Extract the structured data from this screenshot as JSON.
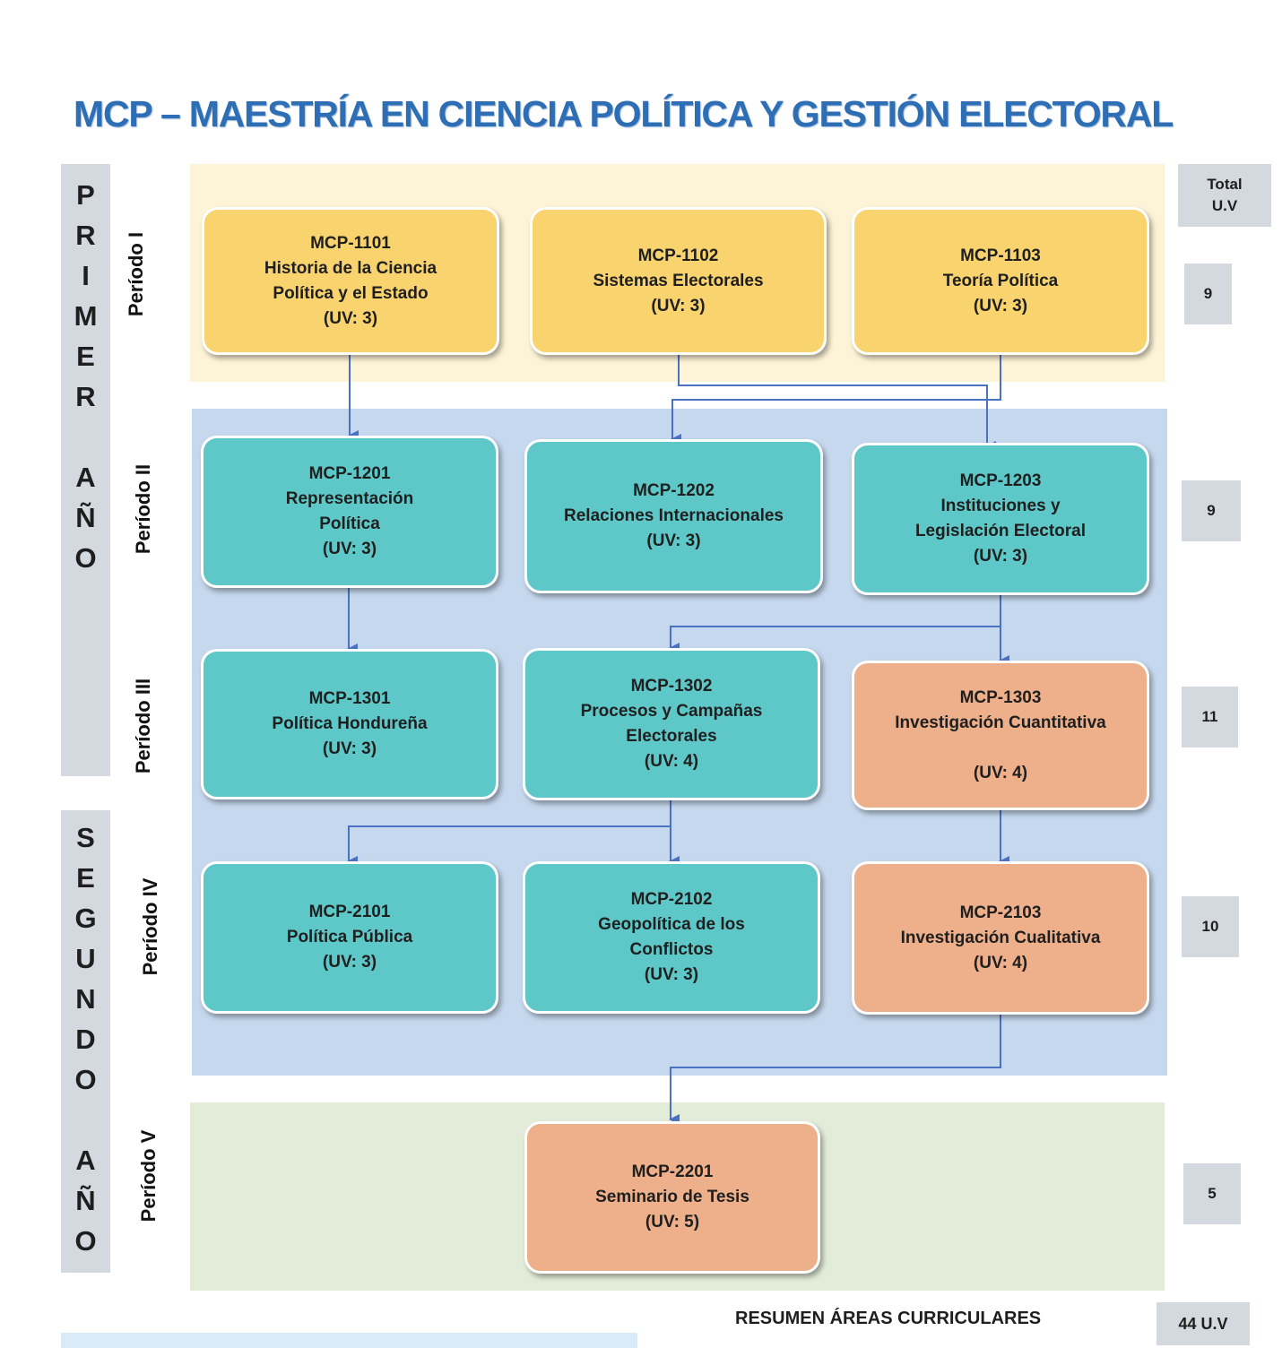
{
  "title": "MCP – MAESTRÍA EN CIENCIA POLÍTICA Y GESTIÓN ELECTORAL",
  "years": [
    {
      "id": "primer",
      "letters": [
        "P",
        "R",
        "I",
        "M",
        "E",
        "R",
        "",
        "A",
        "Ñ",
        "O"
      ]
    },
    {
      "id": "segundo",
      "letters": [
        "S",
        "E",
        "G",
        "U",
        "N",
        "D",
        "O",
        "",
        "A",
        "Ñ",
        "O"
      ]
    }
  ],
  "periods": [
    "Período I",
    "Período II",
    "Período III",
    "Período IV",
    "Período V"
  ],
  "courses": {
    "c1101": {
      "code": "MCP-1101",
      "name1": "Historia de la Ciencia",
      "name2": "Política y el Estado",
      "uv": "(UV: 3)"
    },
    "c1102": {
      "code": "MCP-1102",
      "name1": "Sistemas Electorales",
      "uv": "(UV: 3)"
    },
    "c1103": {
      "code": "MCP-1103",
      "name1": "Teoría Política",
      "uv": "(UV: 3)"
    },
    "c1201": {
      "code": "MCP-1201",
      "name1": "Representación",
      "name2": "Política",
      "uv": "(UV: 3)"
    },
    "c1202": {
      "code": "MCP-1202",
      "name1": "Relaciones Internacionales",
      "uv": "(UV: 3)"
    },
    "c1203": {
      "code": "MCP-1203",
      "name1": "Instituciones y",
      "name2": "Legislación Electoral",
      "uv": "(UV: 3)"
    },
    "c1301": {
      "code": "MCP-1301",
      "name1": "Política Hondureña",
      "uv": "(UV: 3)"
    },
    "c1302": {
      "code": "MCP-1302",
      "name1": "Procesos y Campañas",
      "name2": "Electorales",
      "uv": "(UV: 4)"
    },
    "c1303": {
      "code": "MCP-1303",
      "name1": "Investigación Cuantitativa",
      "uv": "(UV: 4)"
    },
    "c2101": {
      "code": "MCP-2101",
      "name1": "Política Pública",
      "uv": "(UV: 3)"
    },
    "c2102": {
      "code": "MCP-2102",
      "name1": "Geopolítica de los",
      "name2": "Conflictos",
      "uv": "(UV: 3)"
    },
    "c2103": {
      "code": "MCP-2103",
      "name1": "Investigación Cualitativa",
      "uv": "(UV: 4)"
    },
    "c2201": {
      "code": "MCP-2201",
      "name1": "Seminario de Tesis",
      "uv": "(UV: 5)"
    }
  },
  "uv_totals": {
    "header_line1": "Total",
    "header_line2": "U.V",
    "p1": "9",
    "p2": "9",
    "p3": "11",
    "p4": "10",
    "p5": "5",
    "total": "44 U.V"
  },
  "summary_label": "RESUMEN ÁREAS CURRICULARES",
  "colors": {
    "title": "#2e6eb5",
    "band_period1": "#fdf3d6",
    "band_periods_2_4": "#c6d8ee",
    "band_period5": "#e3ecd9",
    "course_yellow": "#f8d36e",
    "course_teal": "#5ec8c8",
    "course_orange": "#eeb08a",
    "connector": "#4a72c4",
    "side_panel": "#d4d9e0"
  }
}
